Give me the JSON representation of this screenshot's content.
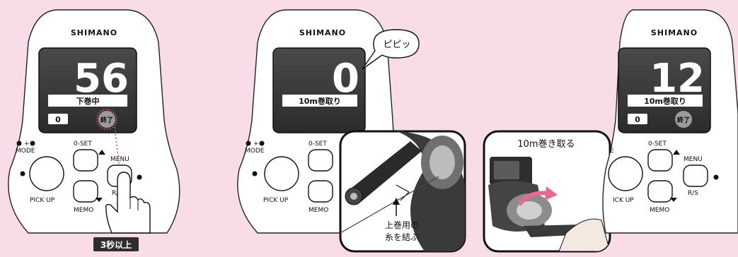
{
  "brand": "SHIMANO",
  "panel1": {
    "counter": "56",
    "status": "下巻中",
    "sub_value": "0",
    "end_button": "終了",
    "mode_label": "MODE",
    "zero_set_label": "0-SET",
    "menu_label": "MENU",
    "pick_up_label": "PICK UP",
    "memo_label": "MEMO",
    "rs_label": "R/",
    "hold_label": "3秒以上"
  },
  "panel2": {
    "counter": "0",
    "status": "10m巻取り",
    "beep": "ピピッ",
    "mode_label": "MODE",
    "zero_set_label": "0-SET",
    "pick_up_label": "PICK UP",
    "memo_label": "MEMO",
    "photo1_caption_line1": "上巻用の",
    "photo1_caption_line2": "糸を結ぶ",
    "photo2_caption": "10m巻き取る"
  },
  "panel3": {
    "counter": "12",
    "status": "10m巻取り",
    "sub_value": "0",
    "end_button": "終了",
    "zero_set_label": "0-SET",
    "menu_label": "MENU",
    "pick_up_label": "ICK UP",
    "memo_label": "MEMO",
    "rs_label": "R/S",
    "edge_label": "E"
  }
}
